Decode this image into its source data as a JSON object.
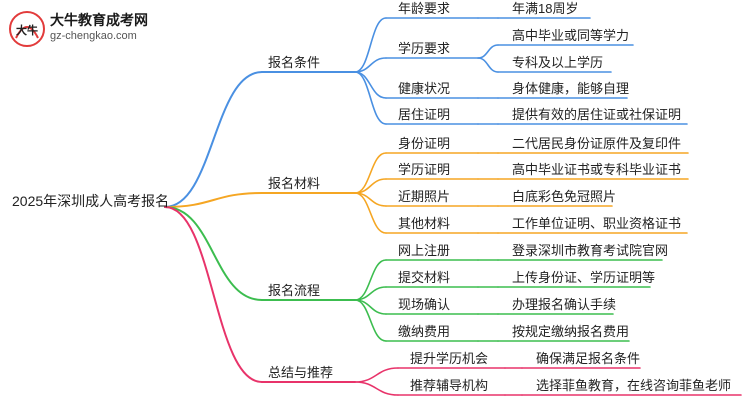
{
  "logo": {
    "mark_text": "大牛",
    "title": "大牛教育成考网",
    "url": "gz-chengkao.com"
  },
  "root": "2025年深圳成人高考报名",
  "branches": [
    {
      "label": "报名条件",
      "color": "#4a90e2",
      "items": [
        {
          "label": "年龄要求",
          "leaves": [
            "年满18周岁"
          ]
        },
        {
          "label": "学历要求",
          "leaves": [
            "高中毕业或同等学力",
            "专科及以上学历"
          ]
        },
        {
          "label": "健康状况",
          "leaves": [
            "身体健康，能够自理"
          ]
        },
        {
          "label": "居住证明",
          "leaves": [
            "提供有效的居住证或社保证明"
          ]
        }
      ]
    },
    {
      "label": "报名材料",
      "color": "#f5a623",
      "items": [
        {
          "label": "身份证明",
          "leaves": [
            "二代居民身份证原件及复印件"
          ]
        },
        {
          "label": "学历证明",
          "leaves": [
            "高中毕业证书或专科毕业证书"
          ]
        },
        {
          "label": "近期照片",
          "leaves": [
            "白底彩色免冠照片"
          ]
        },
        {
          "label": "其他材料",
          "leaves": [
            "工作单位证明、职业资格证书"
          ]
        }
      ]
    },
    {
      "label": "报名流程",
      "color": "#3cbd4f",
      "items": [
        {
          "label": "网上注册",
          "leaves": [
            "登录深圳市教育考试院官网"
          ]
        },
        {
          "label": "提交材料",
          "leaves": [
            "上传身份证、学历证明等"
          ]
        },
        {
          "label": "现场确认",
          "leaves": [
            "办理报名确认手续"
          ]
        },
        {
          "label": "缴纳费用",
          "leaves": [
            "按规定缴纳报名费用"
          ]
        }
      ]
    },
    {
      "label": "总结与推荐",
      "color": "#e8336a",
      "items": [
        {
          "label": "提升学历机会",
          "leaves": [
            "确保满足报名条件"
          ]
        },
        {
          "label": "推荐辅导机构",
          "leaves": [
            "选择菲鱼教育，在线咨询菲鱼老师"
          ]
        }
      ]
    }
  ]
}
